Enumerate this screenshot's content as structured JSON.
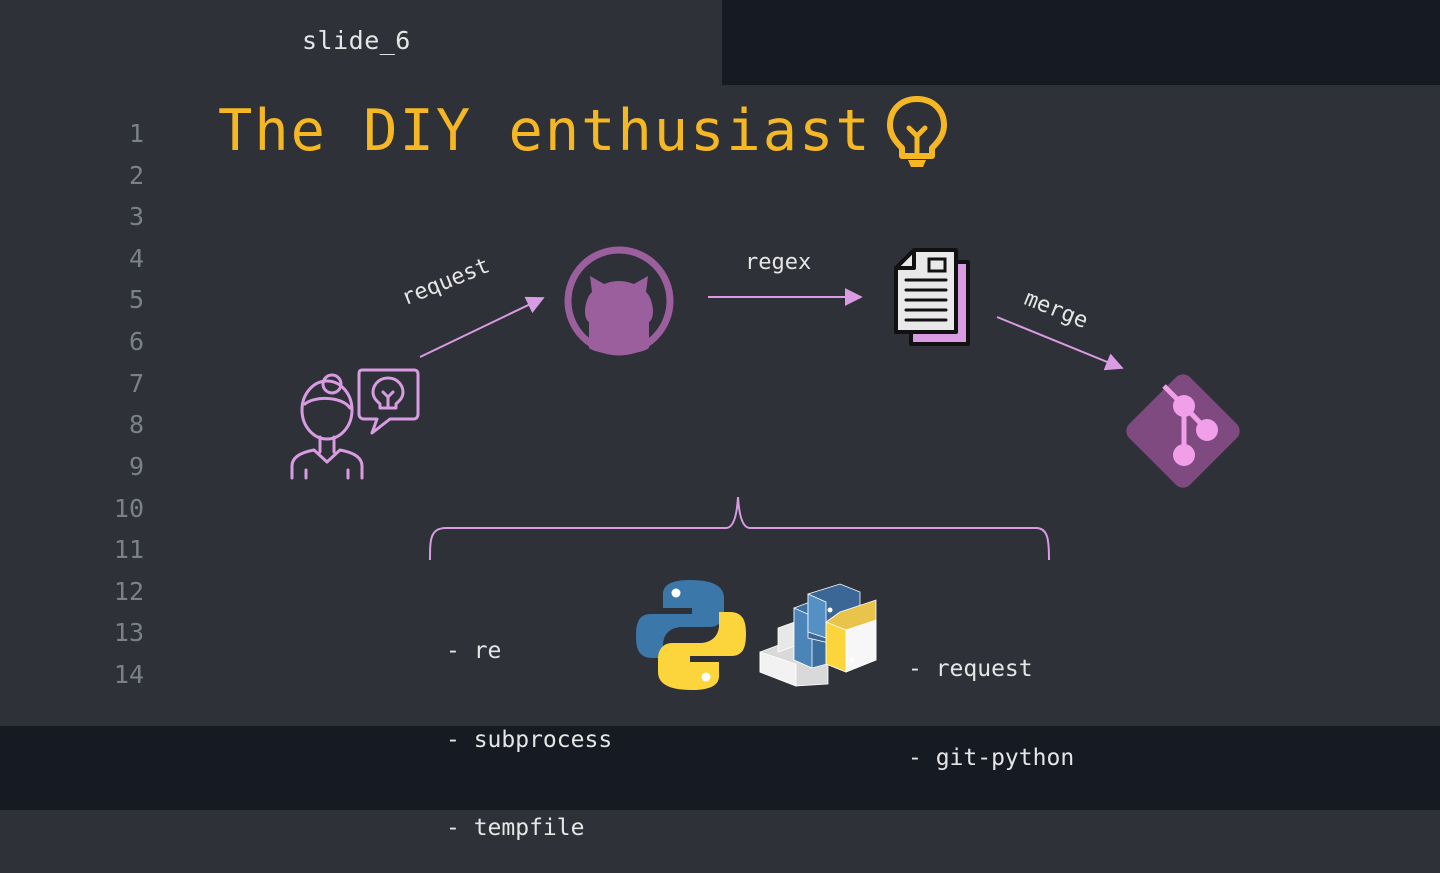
{
  "slide": {
    "tab_title": "slide_6",
    "title": "The DIY enthusiast",
    "title_icon": "lightbulb-icon"
  },
  "gutter": {
    "line_numbers": [
      "1",
      "2",
      "3",
      "4",
      "5",
      "6",
      "7",
      "8",
      "9",
      "10",
      "11",
      "12",
      "13",
      "14"
    ]
  },
  "diagram": {
    "nodes": [
      {
        "id": "user",
        "icon": "user-idea-icon"
      },
      {
        "id": "github",
        "icon": "github-icon"
      },
      {
        "id": "document",
        "icon": "document-icon"
      },
      {
        "id": "git",
        "icon": "git-icon"
      }
    ],
    "edges": [
      {
        "from": "user",
        "to": "github",
        "label": "request"
      },
      {
        "from": "github",
        "to": "document",
        "label": "regex"
      },
      {
        "from": "document",
        "to": "git",
        "label": "merge"
      }
    ],
    "stdlib_list": [
      "- re",
      "- subprocess",
      "- tempfile"
    ],
    "thirdparty_list": [
      "- request",
      "- git-python"
    ],
    "stdlib_icon": "python-logo-icon",
    "thirdparty_icon": "pypi-packages-icon"
  },
  "colors": {
    "background": "#2e3138",
    "panel": "#161a23",
    "accent_title": "#f5b724",
    "diagram_pink": "#d99ce2",
    "github_purple": "#9c5f9e",
    "git_purple": "#7e4a80",
    "line_number": "#7c808a",
    "text": "#e6e6e6"
  }
}
